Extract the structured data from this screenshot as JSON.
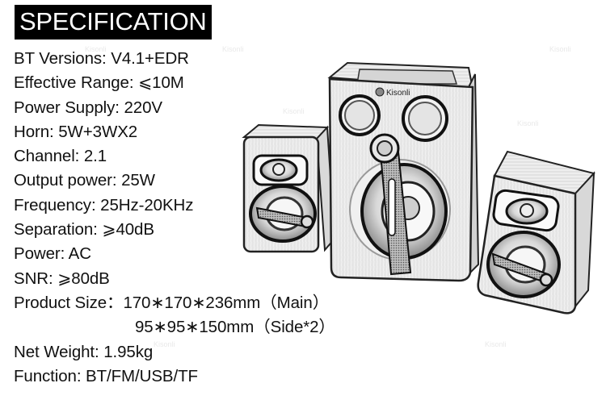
{
  "title": "SPECIFICATION",
  "specs": [
    {
      "label": "BT Versions:",
      "value": "V4.1+EDR"
    },
    {
      "label": "Effective Range:",
      "value": "⩽10M"
    },
    {
      "label": "Power Supply:",
      "value": "220V"
    },
    {
      "label": "Horn:",
      "value": "5W+3WX2"
    },
    {
      "label": "Channel:",
      "value": "2.1"
    },
    {
      "label": "Output power:",
      "value": "25W"
    },
    {
      "label": "Frequency:",
      "value": "25Hz-20KHz"
    },
    {
      "label": "Separation:",
      "value": "⩾40dB"
    },
    {
      "label": "Power:",
      "value": "AC"
    },
    {
      "label": "SNR:",
      "value": "⩾80dB"
    }
  ],
  "product_size": {
    "label": "Product Size：",
    "main": "170∗170∗236mm（Main）",
    "side": "95∗95∗150mm（Side*2）"
  },
  "specs_tail": [
    {
      "label": "Net Weight:",
      "value": "1.95kg"
    },
    {
      "label": "Function:",
      "value": "BT/FM/USB/TF"
    }
  ],
  "product_image": {
    "brand_logo": "Kisonli",
    "description": "2.1 speaker system sketch: main subwoofer unit with two side satellite speakers"
  },
  "watermark": "Kisonli"
}
